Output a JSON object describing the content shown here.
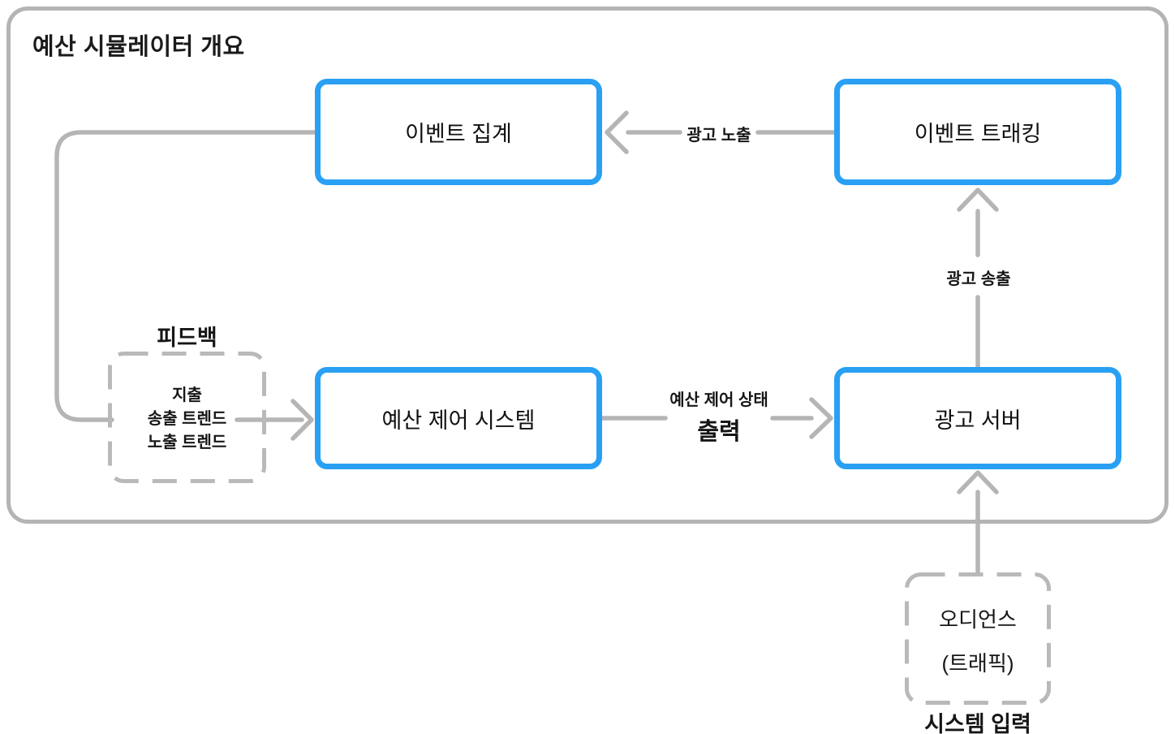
{
  "diagram": {
    "title": "예산 시뮬레이터 개요",
    "nodes": {
      "event_aggregation": {
        "label": "이벤트 집계"
      },
      "event_tracking": {
        "label": "이벤트 트래킹"
      },
      "budget_control": {
        "label": "예산 제어 시스템"
      },
      "ad_server": {
        "label": "광고 서버"
      },
      "feedback": {
        "title": "피드백",
        "lines": [
          "지출",
          "송출 트렌드",
          "노출 트렌드"
        ]
      },
      "audience": {
        "line1": "오디언스",
        "line2": "(트래픽)",
        "caption": "시스템 입력"
      }
    },
    "edges": {
      "ad_impression": {
        "label": "광고 노출",
        "from": "이벤트 트래킹",
        "to": "이벤트 집계"
      },
      "ad_delivery": {
        "label": "광고 송출",
        "from": "광고 서버",
        "to": "이벤트 트래킹"
      },
      "budget_status": {
        "label_line1": "예산 제어 상태",
        "label_line2": "출력",
        "from": "예산 제어 시스템",
        "to": "광고 서버"
      },
      "feedback_loop": {
        "from": "이벤트 집계",
        "to": "예산 제어 시스템"
      },
      "audience_input": {
        "from": "오디언스 (트래픽)",
        "to": "광고 서버"
      }
    },
    "colors": {
      "accent_blue": "#29a0f3",
      "line_gray": "#b5b5b5",
      "frame_gray": "#b4b4b4",
      "text": "#141414",
      "background": "#ffffff"
    }
  }
}
